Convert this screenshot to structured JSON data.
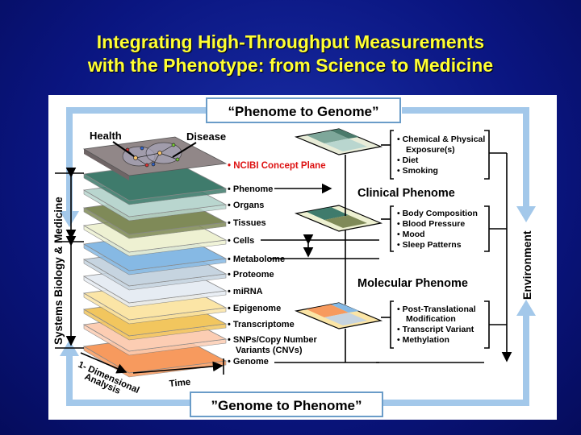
{
  "slide": {
    "title_line1": "Integrating High-Throughput Measurements",
    "title_line2": "with the Phenotype: from Science to Medicine"
  },
  "diagram": {
    "top_banner": "“Phenome to Genome”",
    "bottom_banner": "”Genome to Phenome”",
    "health": "Health",
    "disease": "Disease",
    "concept_plane": "• NCIBI Concept Plane",
    "layers": [
      {
        "label": "• Phenome",
        "color": "#3f7b6c"
      },
      {
        "label": "• Organs",
        "color": "#b9d6cf"
      },
      {
        "label": "• Tissues",
        "color": "#7f8a58"
      },
      {
        "label": "• Cells",
        "color": "#eef1d2"
      },
      {
        "label": "• Metabolome",
        "color": "#86b9e4"
      },
      {
        "label": "• Proteome",
        "color": "#c6d4e0"
      },
      {
        "label": "• miRNA",
        "color": "#e6ecf3"
      },
      {
        "label": "• Epigenome",
        "color": "#fbe5a6"
      },
      {
        "label": "• Transcriptome",
        "color": "#f2c65e"
      },
      {
        "label": "• SNPs/Copy Number",
        "label2": "Variants (CNVs)",
        "color": "#fccdb3"
      },
      {
        "label": "• Genome",
        "color": "#f79a5e"
      }
    ],
    "left_axis": "Systems Biology  &  Medicine",
    "dim_label1": "1- Dimensional",
    "dim_label2": "Analysis",
    "time_label": "Time",
    "clinical": "Clinical Phenome",
    "molecular": "Molecular Phenome",
    "environment": "Environment",
    "box1": [
      "• Chemical & Physical",
      "Exposure(s)",
      "• Diet",
      "• Smoking"
    ],
    "box2": [
      "• Body Composition",
      "• Blood Pressure",
      "• Mood",
      "• Sleep Patterns"
    ],
    "box3": [
      "• Post-Translational",
      "Modification",
      "• Transcript Variant",
      "• Methylation"
    ]
  }
}
